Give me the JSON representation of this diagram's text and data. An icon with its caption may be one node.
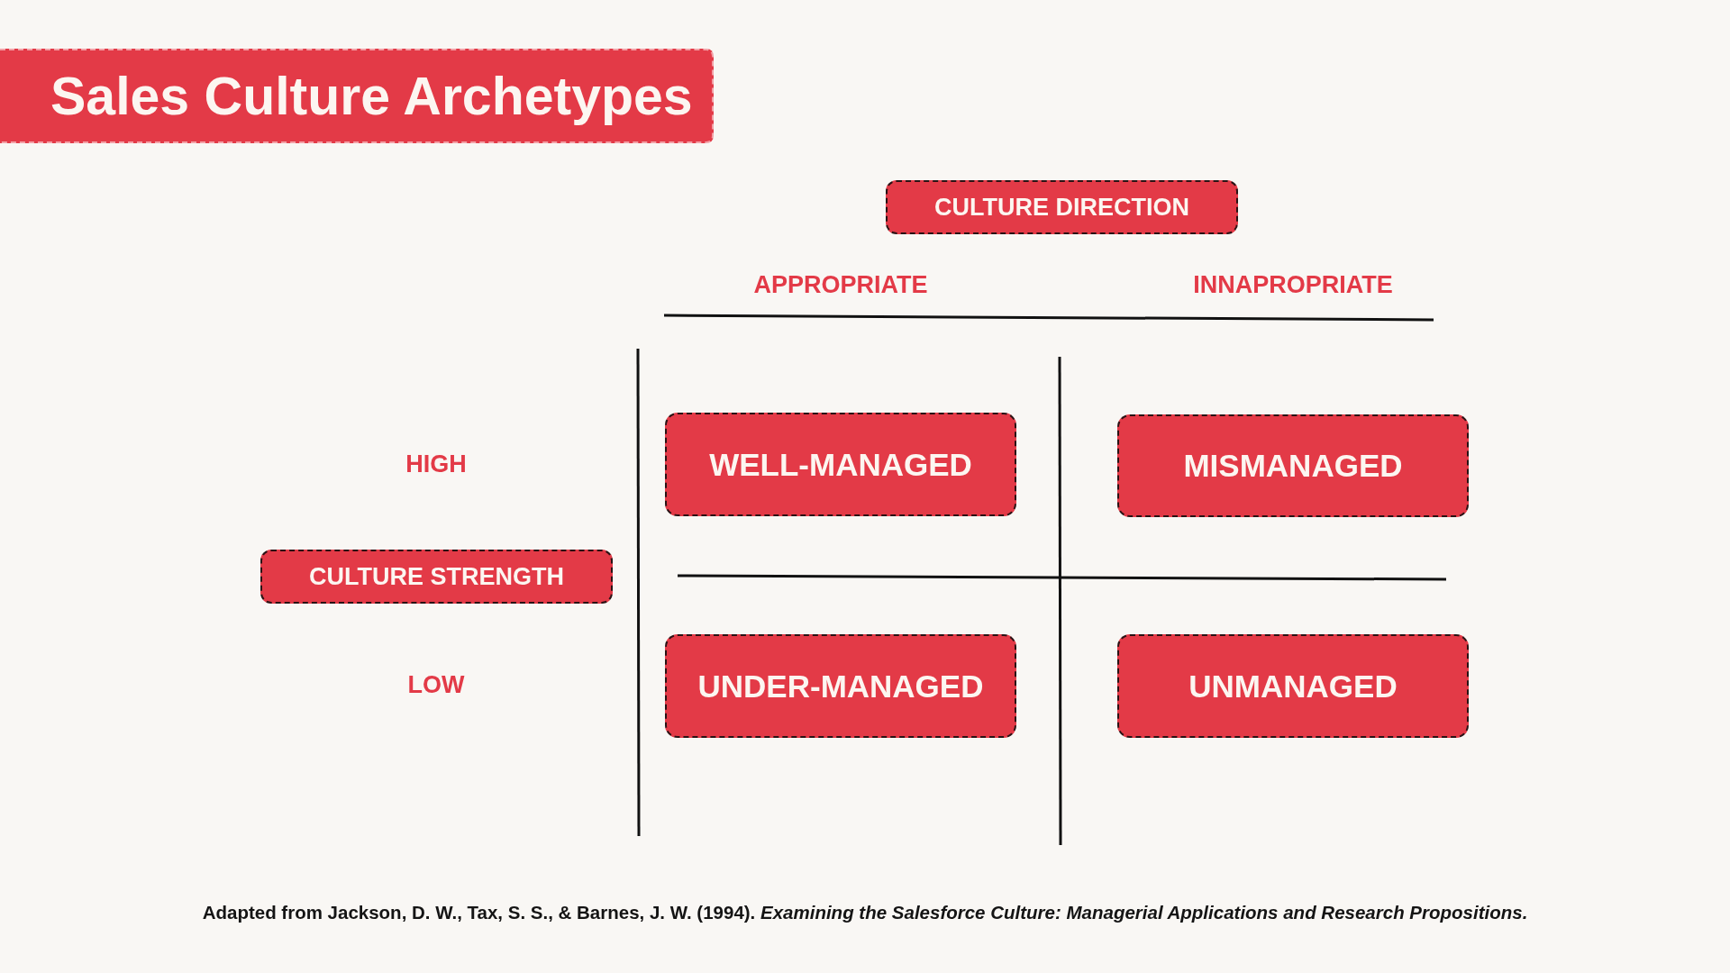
{
  "diagram": {
    "title": "Sales Culture Archetypes",
    "nodes": [
      {
        "text": [
          "CULTURE DIRECTION"
        ]
      },
      {
        "text": [
          "WELL-MANAGED"
        ]
      },
      {
        "text": [
          "MISMANAGED"
        ]
      },
      {
        "text": [
          "CULTURE STRENGTH"
        ]
      },
      {
        "text": [
          "UNDER-MANAGED"
        ]
      },
      {
        "text": [
          "UNMANAGED"
        ]
      }
    ],
    "labels": [
      "APPROPRIATE",
      "INNAPROPRIATE",
      "HIGH",
      "LOW"
    ],
    "caption": "Adapted from Jackson, D. W., Tax, S. S., & Barnes, J. W. (1994). *Examining the Salesforce Culture: Managerial Applications and Research Propositions.*"
  }
}
